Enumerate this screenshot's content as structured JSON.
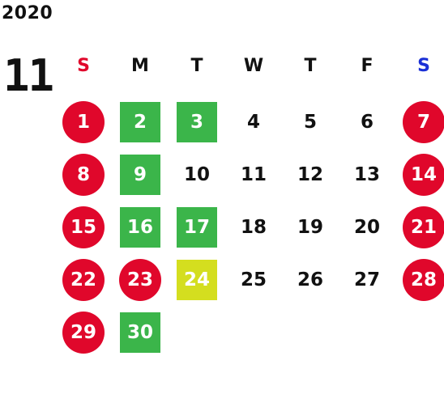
{
  "header": {
    "year": "2020",
    "month": "11"
  },
  "weekdays": [
    {
      "label": "S",
      "color": "#e0072b"
    },
    {
      "label": "M",
      "color": "#111111"
    },
    {
      "label": "T",
      "color": "#111111"
    },
    {
      "label": "W",
      "color": "#111111"
    },
    {
      "label": "T",
      "color": "#111111"
    },
    {
      "label": "F",
      "color": "#111111"
    },
    {
      "label": "S",
      "color": "#1a2fd6"
    }
  ],
  "colors": {
    "holiday": "#e0072b",
    "green": "#3bb54a",
    "yellow": "#d4de1f"
  },
  "weeks": [
    [
      {
        "day": "1",
        "style": "holiday"
      },
      {
        "day": "2",
        "style": "green"
      },
      {
        "day": "3",
        "style": "green"
      },
      {
        "day": "4",
        "style": "plain"
      },
      {
        "day": "5",
        "style": "plain"
      },
      {
        "day": "6",
        "style": "plain"
      },
      {
        "day": "7",
        "style": "holiday"
      }
    ],
    [
      {
        "day": "8",
        "style": "holiday"
      },
      {
        "day": "9",
        "style": "green"
      },
      {
        "day": "10",
        "style": "plain"
      },
      {
        "day": "11",
        "style": "plain"
      },
      {
        "day": "12",
        "style": "plain"
      },
      {
        "day": "13",
        "style": "plain"
      },
      {
        "day": "14",
        "style": "holiday"
      }
    ],
    [
      {
        "day": "15",
        "style": "holiday"
      },
      {
        "day": "16",
        "style": "green"
      },
      {
        "day": "17",
        "style": "green"
      },
      {
        "day": "18",
        "style": "plain"
      },
      {
        "day": "19",
        "style": "plain"
      },
      {
        "day": "20",
        "style": "plain"
      },
      {
        "day": "21",
        "style": "holiday"
      }
    ],
    [
      {
        "day": "22",
        "style": "holiday"
      },
      {
        "day": "23",
        "style": "holiday"
      },
      {
        "day": "24",
        "style": "yellow"
      },
      {
        "day": "25",
        "style": "plain"
      },
      {
        "day": "26",
        "style": "plain"
      },
      {
        "day": "27",
        "style": "plain"
      },
      {
        "day": "28",
        "style": "holiday"
      }
    ],
    [
      {
        "day": "29",
        "style": "holiday"
      },
      {
        "day": "30",
        "style": "green"
      }
    ]
  ]
}
